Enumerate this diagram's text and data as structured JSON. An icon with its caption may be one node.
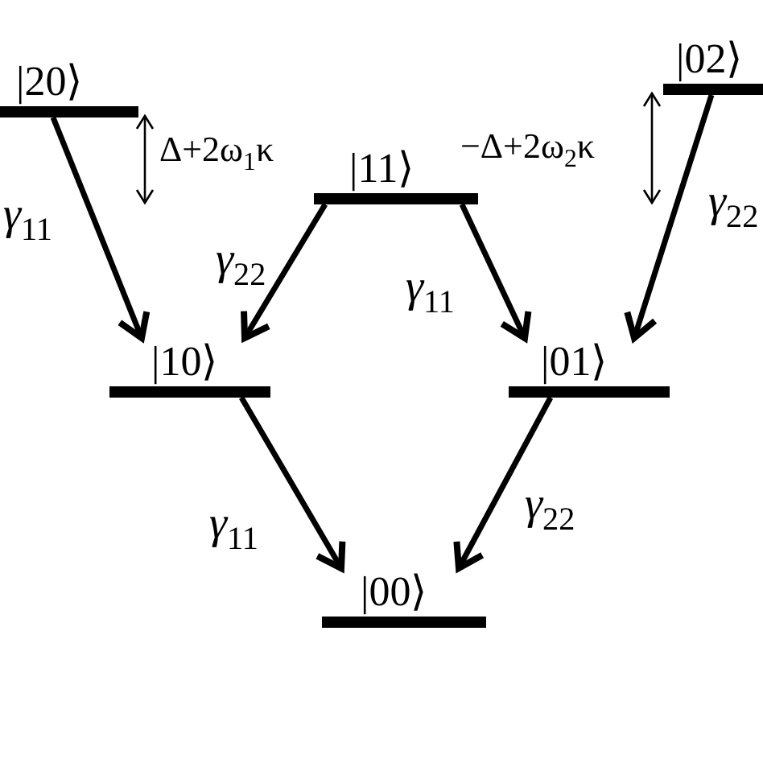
{
  "diagram": {
    "nodes": [
      {
        "text": [
          "|20⟩"
        ]
      },
      {
        "text": [
          "|11⟩"
        ]
      },
      {
        "text": [
          "|02⟩"
        ]
      },
      {
        "text": [
          "|10⟩"
        ]
      },
      {
        "text": [
          "|01⟩"
        ]
      },
      {
        "text": [
          "|00⟩"
        ]
      }
    ],
    "edges": [
      {
        "from": 0,
        "to": 3,
        "arrow": "to",
        "label": "*γ*$_{11}$"
      },
      {
        "from": 1,
        "to": 3,
        "arrow": "to",
        "label": "*γ*$_{22}$"
      },
      {
        "from": 1,
        "to": 4,
        "arrow": "to",
        "label": "*γ*$_{11}$"
      },
      {
        "from": 2,
        "to": 4,
        "arrow": "to",
        "label": "*γ*$_{22}$"
      },
      {
        "from": 3,
        "to": 5,
        "arrow": "to",
        "label": "*γ*$_{11}$"
      },
      {
        "from": 4,
        "to": 5,
        "arrow": "to",
        "label": "*γ*$_{22}$"
      }
    ],
    "labels": [
      "Δ+2ω$_{1}$κ",
      "−Δ+2ω$_{2}$κ"
    ]
  }
}
